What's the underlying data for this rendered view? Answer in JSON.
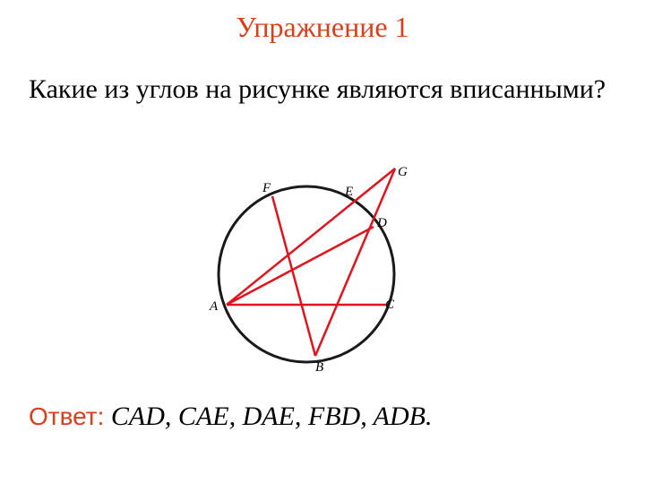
{
  "slide": {
    "title": "Упражнение 1",
    "question": "Какие из углов на рисунке являются вписанными?",
    "answer_label": "Ответ:",
    "answer_text": " CAD, CAE, DAE, FBD, ADB."
  },
  "figure": {
    "colors": {
      "circle": "#1a1a1a",
      "chord": "#e0141e",
      "text": "#000000"
    },
    "points": [
      "A",
      "B",
      "C",
      "D",
      "E",
      "F",
      "G"
    ],
    "segments": [
      [
        "A",
        "C"
      ],
      [
        "A",
        "D"
      ],
      [
        "A",
        "G"
      ],
      [
        "F",
        "B"
      ],
      [
        "B",
        "G"
      ]
    ]
  }
}
